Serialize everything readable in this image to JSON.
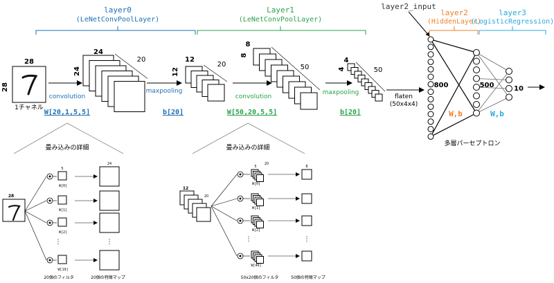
{
  "colors": {
    "blue": "#1a6fb5",
    "green": "#2aa14a",
    "orange": "#f07f28",
    "cyan": "#27a9df"
  },
  "top": {
    "layer0_name": "layer0",
    "layer0_type": "(LeNetConvPoolLayer)",
    "layer1_name": "Layer1",
    "layer1_type": "(LeNetConvPoolLayer)",
    "layer2_input": "layer2_input",
    "layer2_name": "layer2",
    "layer2_type": "(HiddenLayer)",
    "layer3_name": "layer3",
    "layer3_type": "(LogisticRegression)"
  },
  "input": {
    "size_top": "28",
    "size_left": "28",
    "caption": "1チャネル"
  },
  "stage1": {
    "depth": "24",
    "side": "24",
    "count": "20",
    "op": "convolution",
    "weights": "W[20,1,5,5]"
  },
  "stage2": {
    "depth": "12",
    "side": "12",
    "count": "20",
    "op": "maxpooling",
    "bias": "b[20]"
  },
  "stage3": {
    "depth": "8",
    "side": "8",
    "count": "50",
    "op": "convolution",
    "weights": "W[50,20,5,5]"
  },
  "stage4": {
    "depth": "4",
    "side": "4",
    "count": "50",
    "op": "maxpooling",
    "bias": "b[20]"
  },
  "flatten": {
    "line1": "flaten",
    "line2": "(50x4x4)"
  },
  "mlp": {
    "hidden_units": "800",
    "mid_units": "500",
    "out_units": "10",
    "w_hidden": "W,b",
    "w_out": "W,b",
    "caption": "多層パーセプトロン"
  },
  "detail1": {
    "title": "畳み込みの詳細",
    "input_size": "28",
    "filter_size": "5",
    "map_size": "24",
    "filters": [
      "W[0]",
      "W[1]",
      "W[2]",
      "W[19]"
    ],
    "dots": "⋮",
    "filter_caption": "20個のフィルタ",
    "map_caption": "20個の特徴マップ"
  },
  "detail2": {
    "title": "畳み込みの詳細",
    "input_size": "12",
    "input_count": "20",
    "filter_size": "5",
    "filter_count": "20",
    "map_size": "8",
    "filters": [
      "W[0]",
      "W[1]",
      "W[2]",
      "W[49]"
    ],
    "dots": "⋮",
    "filter_caption": "50x20個のフィルタ",
    "map_caption": "50個の特徴マップ"
  }
}
